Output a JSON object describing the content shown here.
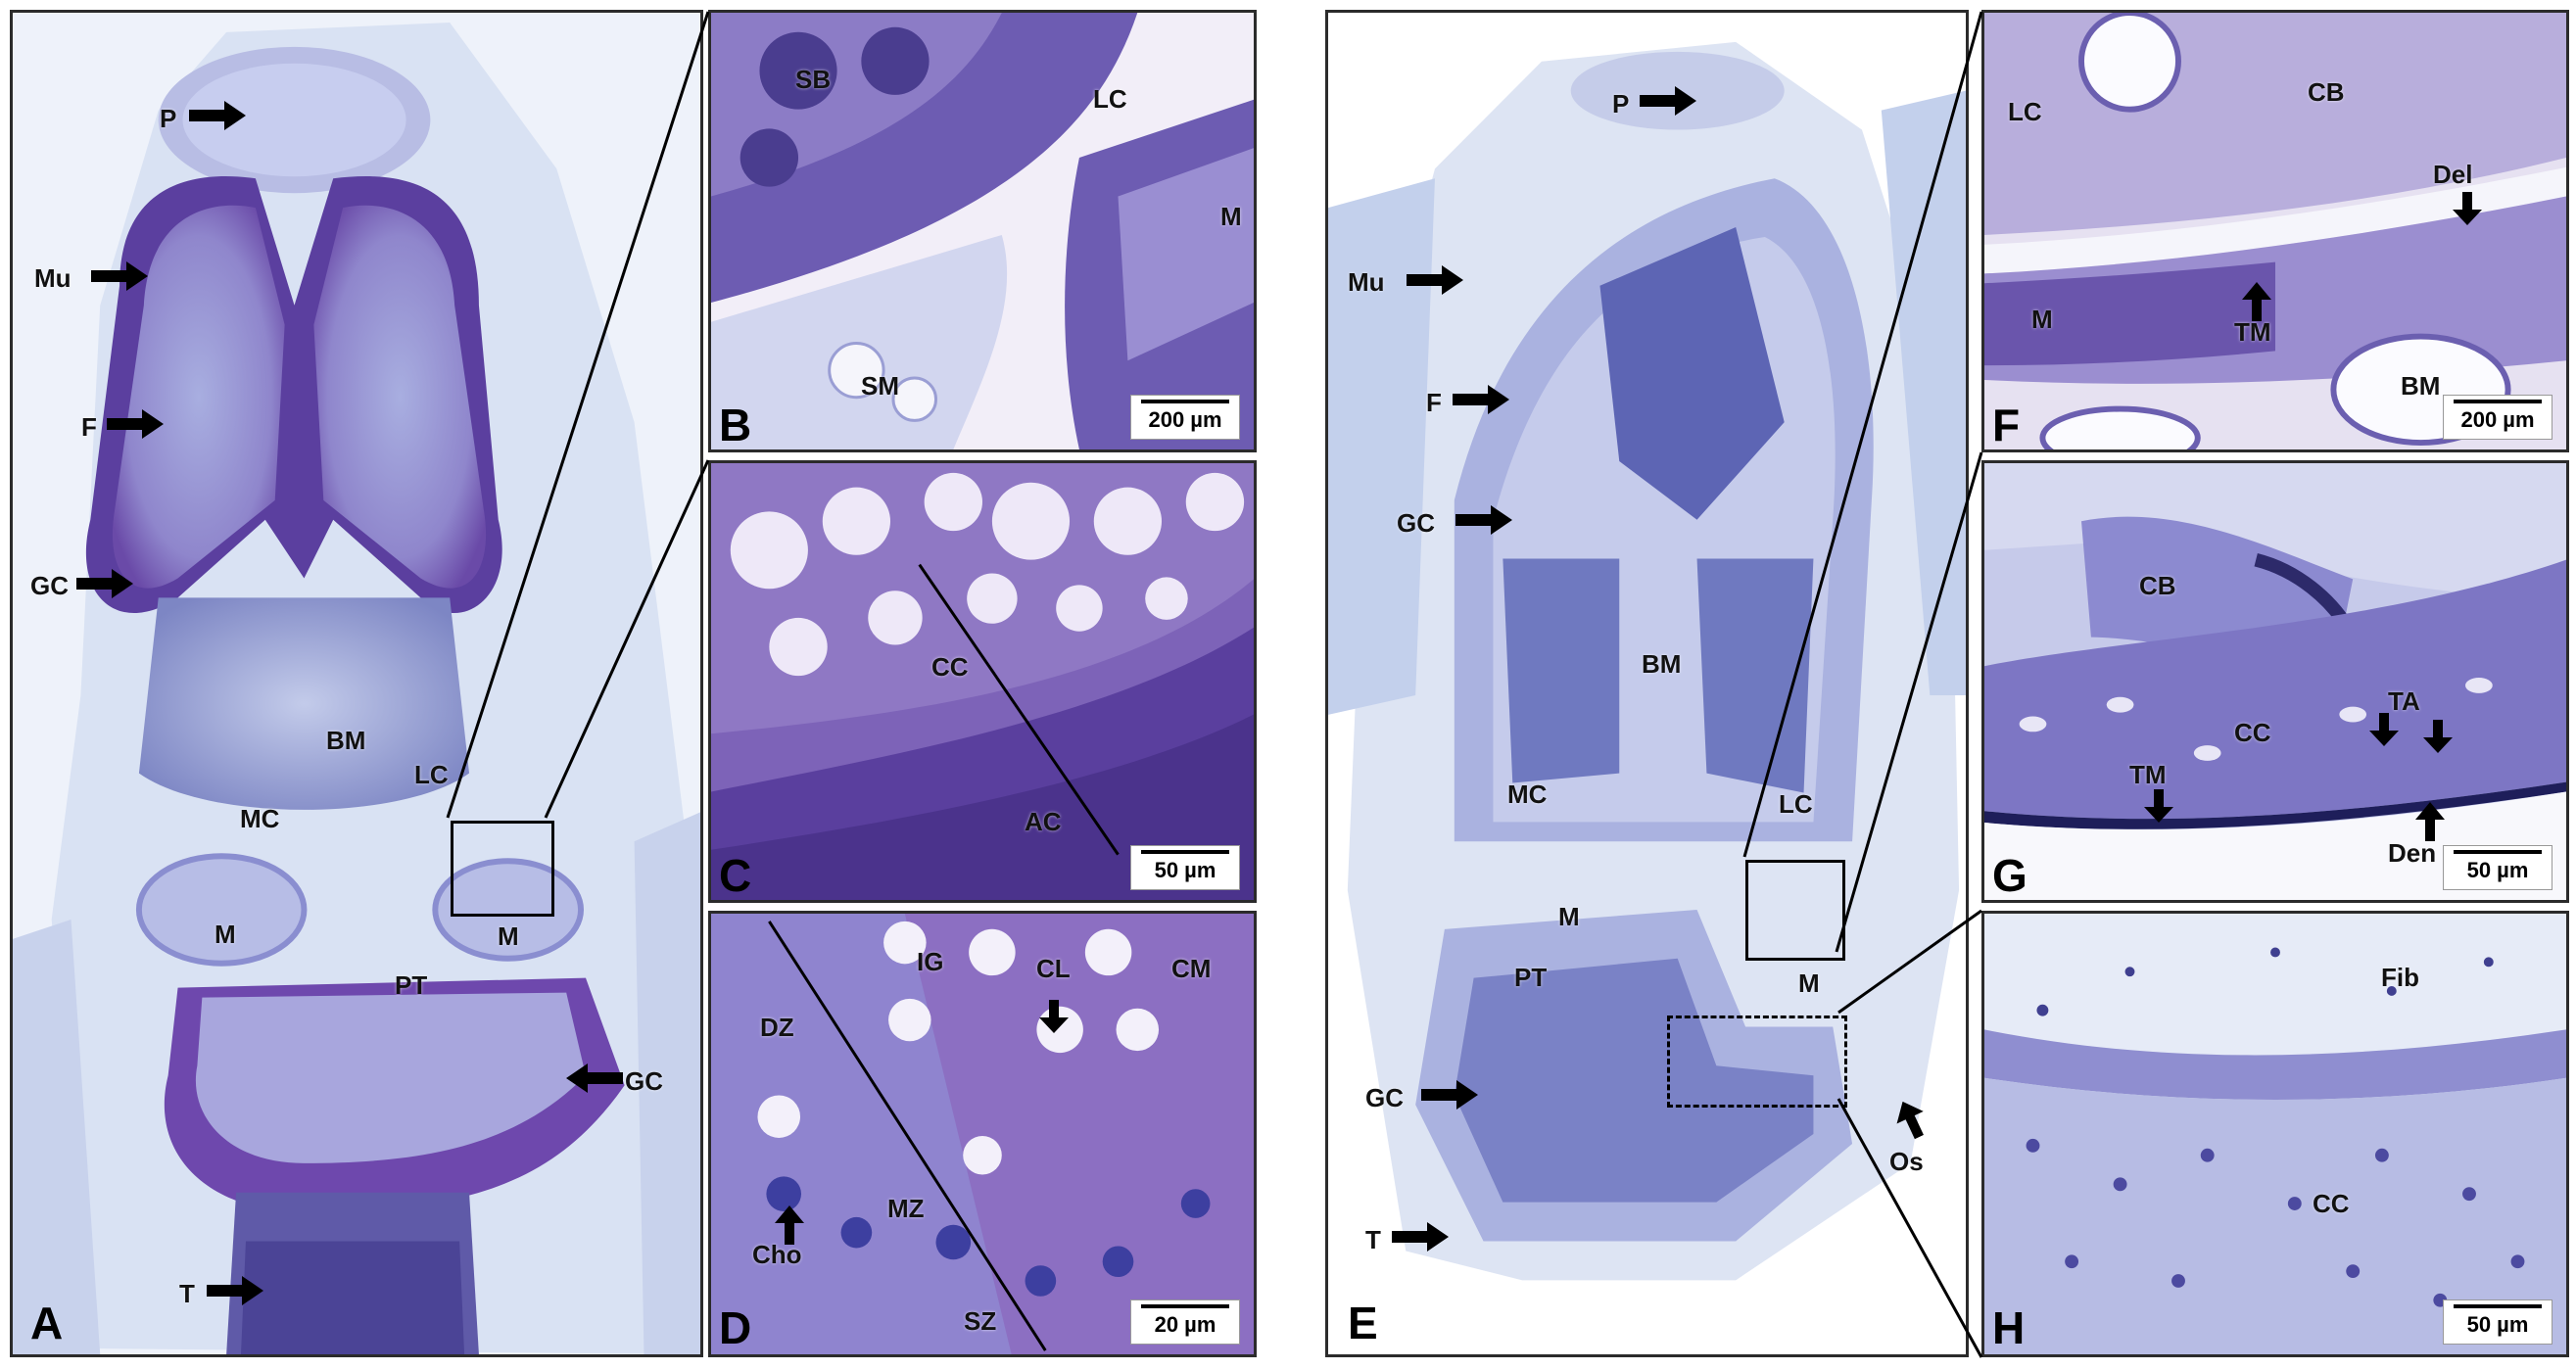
{
  "panels": {
    "A": {
      "letter": "A",
      "labels": {
        "P": "P",
        "Mu": "Mu",
        "F": "F",
        "GC1": "GC",
        "BM": "BM",
        "MC": "MC",
        "LC": "LC",
        "M1": "M",
        "M2": "M",
        "PT": "PT",
        "GC2": "GC",
        "T": "T"
      }
    },
    "B": {
      "letter": "B",
      "labels": {
        "SB": "SB",
        "LC": "LC",
        "M": "M",
        "SM": "SM"
      },
      "scale": "200 µm"
    },
    "C": {
      "letter": "C",
      "labels": {
        "CC": "CC",
        "AC": "AC"
      },
      "scale": "50 µm"
    },
    "D": {
      "letter": "D",
      "labels": {
        "IG": "IG",
        "CL": "CL",
        "CM": "CM",
        "DZ": "DZ",
        "MZ": "MZ",
        "Cho": "Cho",
        "SZ": "SZ"
      },
      "scale": "20 µm"
    },
    "E": {
      "letter": "E",
      "labels": {
        "P": "P",
        "Mu": "Mu",
        "F": "F",
        "GC1": "GC",
        "BM": "BM",
        "MC": "MC",
        "LC": "LC",
        "M1": "M",
        "M2": "M",
        "PT": "PT",
        "GC2": "GC",
        "Os": "Os",
        "T": "T"
      }
    },
    "F": {
      "letter": "F",
      "labels": {
        "LC": "LC",
        "CB": "CB",
        "Del": "Del",
        "M": "M",
        "TM": "TM",
        "BM": "BM"
      },
      "scale": "200 µm"
    },
    "G": {
      "letter": "G",
      "labels": {
        "CB": "CB",
        "TA": "TA",
        "CC": "CC",
        "TM": "TM",
        "Den": "Den"
      },
      "scale": "50 µm"
    },
    "H": {
      "letter": "H",
      "labels": {
        "Fib": "Fib",
        "CC": "CC"
      },
      "scale": "50 µm"
    }
  },
  "colors": {
    "stain_light": "#c9d3ec",
    "stain_mid": "#8f8fd0",
    "stain_dark": "#5a3d9e",
    "cartilage": "#8b5bb5",
    "background_tissue": "#dfe6f4",
    "arrow": "#000000"
  }
}
